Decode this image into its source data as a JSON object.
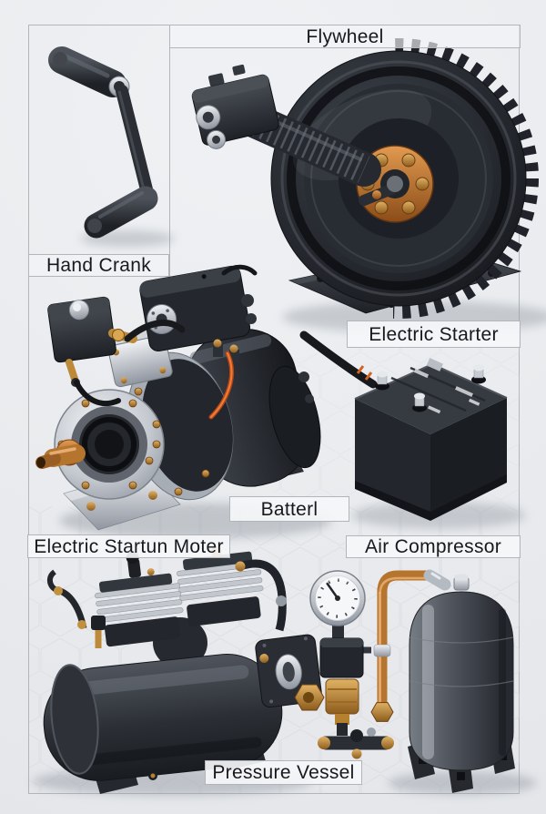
{
  "colors": {
    "background": "#e9ebee",
    "frame_border": "#b2b5b9",
    "label_background": "#f5f6f8",
    "label_text": "#17191c",
    "dark_metal": "#2b2f36",
    "silver_metal": "#c8ccd2",
    "copper": "#b5752f",
    "brass": "#c18c3c"
  },
  "labels": {
    "flywheel": "Flywheel",
    "hand_crank": "Hand Crank",
    "electric_starter": "Electric Starter",
    "battery": "Batterl",
    "starter_motor": "Electric Startun Moter",
    "air_compressor": "Air Compressor",
    "pressure_vessel": "Pressure Vessel"
  }
}
